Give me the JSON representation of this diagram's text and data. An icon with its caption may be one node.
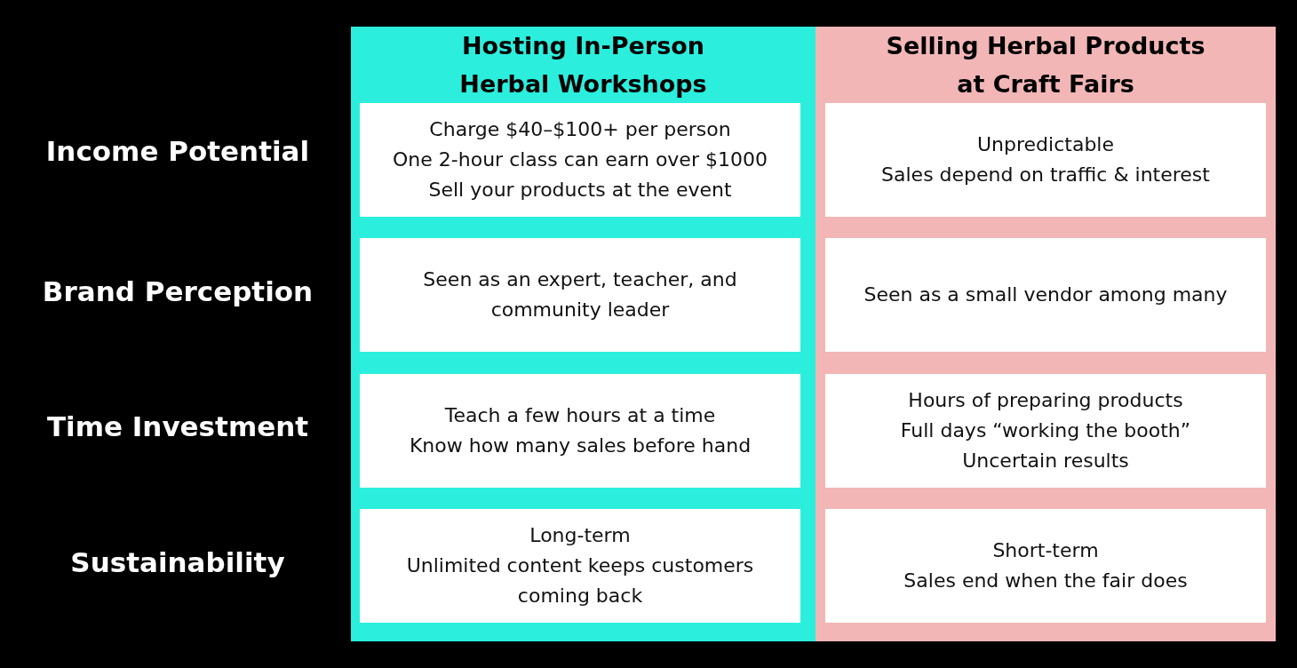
{
  "diagram": {
    "nodes": [
      {
        "text": [
          "Hosting In-Person Herbal Workshops"
        ]
      },
      {
        "text": [
          "Charge $40–$100+ per person",
          "One 2-hour class can earn over $1000",
          "Sell your products at the event"
        ],
        "in": 0
      },
      {
        "text": [
          "Seen as an expert, teacher, and community leader"
        ],
        "in": 0
      },
      {
        "text": [
          "Teach a few hours at a time",
          "Know how many sales before hand"
        ],
        "in": 0
      },
      {
        "text": [
          "Long-term",
          "Unlimited content keeps customers coming back"
        ],
        "in": 0
      },
      {
        "text": [
          "Selling Herbal Products at Craft Fairs"
        ]
      },
      {
        "text": [
          "Unpredictable",
          "Sales depend on traffic & interest"
        ],
        "in": 5
      },
      {
        "text": [
          "Seen as a small vendor among many"
        ],
        "in": 5
      },
      {
        "text": [
          "Hours of preparing products",
          "Full days “working the booth”",
          "Uncertain results"
        ],
        "in": 5
      },
      {
        "text": [
          "Short-term",
          "Sales end when the fair does"
        ],
        "in": 5
      }
    ],
    "edges": [],
    "labels": [
      "Income Potential",
      "Brand Perception",
      "Time Investment",
      "Sustainability"
    ]
  }
}
